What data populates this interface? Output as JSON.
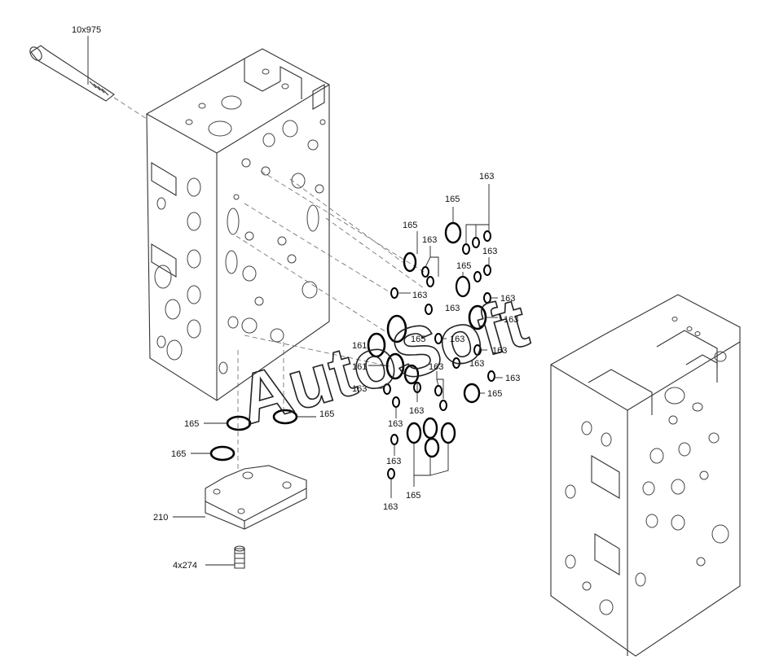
{
  "watermark": "AutoSoft",
  "callouts": {
    "bolt": "10x975",
    "plate": "210",
    "screw": "4x274",
    "c163": "163",
    "c165": "165",
    "c161": "161"
  }
}
